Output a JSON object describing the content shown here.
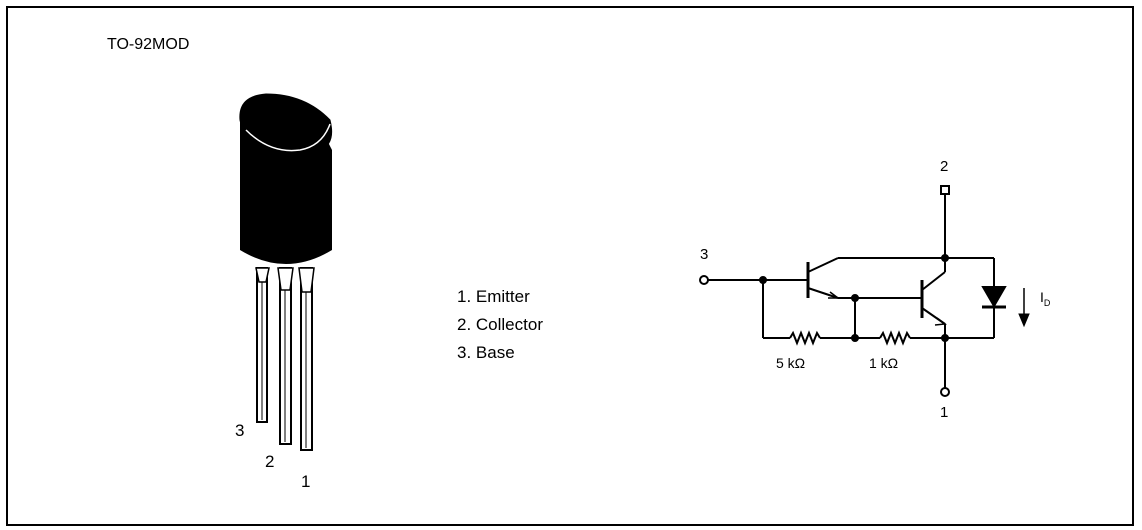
{
  "package_name": "TO-92MOD",
  "package_pins": {
    "p1": "1",
    "p2": "2",
    "p3": "3"
  },
  "pin_legend": [
    "1. Emitter",
    "2. Collector",
    "3. Base"
  ],
  "schematic": {
    "pin_collector": "2",
    "pin_base": "3",
    "pin_emitter": "1",
    "resistor_1": "5 kΩ",
    "resistor_2": "1 kΩ",
    "diode_current": "I",
    "diode_current_sub": "D"
  }
}
